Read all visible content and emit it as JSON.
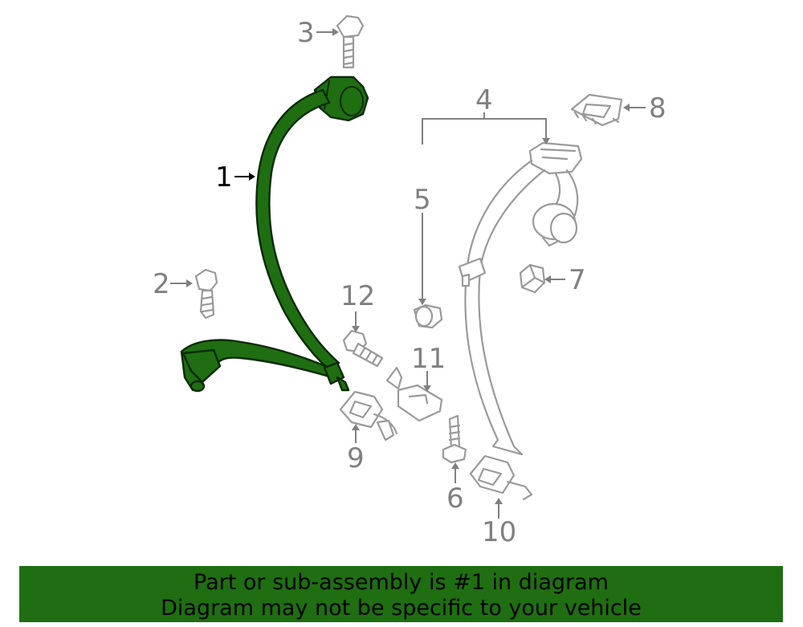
{
  "colors": {
    "highlight_part": "#1f6e12",
    "callout_text": "#808080",
    "primary_callout_text": "#000000",
    "banner_bg": "#1f6e12"
  },
  "callouts": {
    "c1": "1",
    "c2": "2",
    "c3": "3",
    "c4": "4",
    "c5": "5",
    "c6": "6",
    "c7": "7",
    "c8": "8",
    "c9": "9",
    "c10": "10",
    "c11": "11",
    "c12": "12"
  },
  "banner": {
    "line1": "Part or sub-assembly is #1 in diagram",
    "line2": "Diagram may not be specific to your vehicle"
  }
}
